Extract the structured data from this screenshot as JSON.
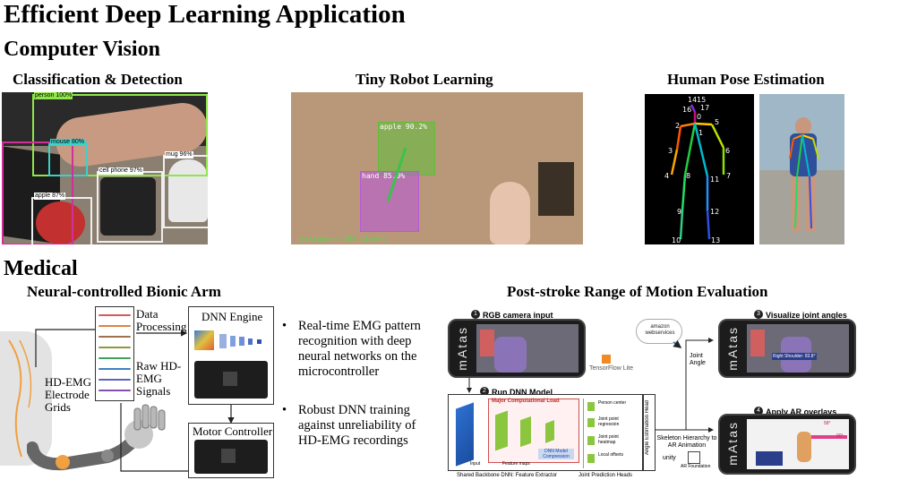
{
  "title": "Efficient Deep Learning Application",
  "sections": {
    "cv": {
      "heading": "Computer Vision",
      "classification": {
        "caption": "Classification & Detection",
        "labels": [
          "apple 87%",
          "mug 96%",
          "cell phone 97%",
          "mouse 80%",
          "person 100%"
        ]
      },
      "robot": {
        "caption": "Tiny Robot Learning",
        "apple_label": "apple 90.2%",
        "hand_label": "hand 85.0%",
        "distance": "distance: 233 pixels"
      },
      "pose": {
        "caption": "Human Pose Estimation",
        "keypoints": [
          "14",
          "15",
          "16",
          "17",
          "0",
          "2",
          "5",
          "1",
          "3",
          "6",
          "4",
          "8",
          "11",
          "7",
          "9",
          "12",
          "10",
          "13"
        ]
      }
    },
    "medical": {
      "heading": "Medical",
      "bionic": {
        "caption": "Neural-controlled Bionic Arm",
        "data_processing": "Data Processing",
        "raw_signals": "Raw HD-EMG Signals",
        "electrode": "HD-EMG Electrode Grids",
        "dnn_engine": "DNN Engine",
        "motor_controller": "Motor Controller",
        "bullets": [
          "Real-time EMG pattern recognition with deep neural networks on the microcontroller",
          "Robust DNN training against unreliability of HD-EMG recordings"
        ]
      },
      "stroke": {
        "caption": "Post-stroke Range of Motion Evaluation",
        "step1": "RGB camera input",
        "step2": "Run DNN Model",
        "step3": "Visualize joint angles",
        "step4": "Apply AR overlays",
        "n1": "1",
        "n2": "2",
        "n3": "3",
        "n4": "4",
        "major_load": "Major Computational Load",
        "dnn_compression": "DNN Model Compression",
        "input": "Input",
        "feature_maps": "Feature maps",
        "heads": [
          "Person center",
          "Joint point regression",
          "Joint point heatmap",
          "Local offsets"
        ],
        "angle_head": "Angle Estimation Head",
        "backbone": "Shared Backbone DNN: Feature Extractor",
        "joint_heads": "Joint Prediction Heads",
        "skeleton": "Skeleton Hierarchy to AR Animation",
        "joint_angle": "Joint Angle",
        "tensorflow": "TensorFlow Lite",
        "aws": "amazon webservices",
        "unity": "unity",
        "arfoundation": "AR Foundation",
        "screen_brand": "mAtas",
        "right_shoulder": "Right Shoulder: 83.8°",
        "angle_a": "58°",
        "angle_b": "90°"
      }
    }
  },
  "colors": {
    "detect_green": "#8ee64a",
    "detect_magenta": "#d0309a",
    "detect_cyan": "#3fd0c8",
    "robot_green": "#5fbf3a",
    "robot_purple": "#b85ad6"
  }
}
